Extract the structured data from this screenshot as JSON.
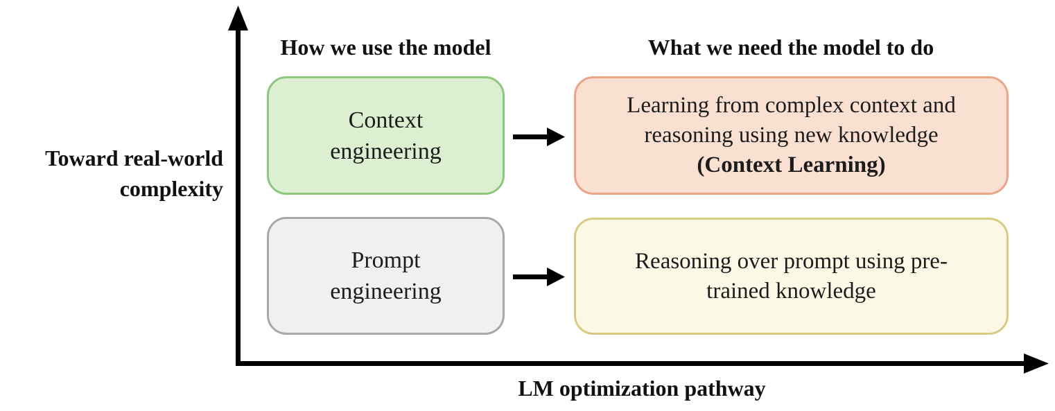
{
  "figure": {
    "y_axis": {
      "label_line1": "Toward real-world",
      "label_line2": "complexity"
    },
    "x_axis": {
      "label": "LM optimization pathway"
    },
    "column_headers": {
      "left": "How we use the model",
      "right": "What we need the model to do"
    }
  },
  "boxes": {
    "context_engineering": {
      "line1": "Context",
      "line2": "engineering",
      "fill": "#dcefd0",
      "border": "#8cc87c"
    },
    "context_learning": {
      "line1": "Learning from complex context and",
      "line2": "reasoning using new knowledge",
      "line3": "(Context Learning)",
      "fill": "#fae0d1",
      "border": "#eba484"
    },
    "prompt_engineering": {
      "line1": "Prompt",
      "line2": "engineering",
      "fill": "#f0f0ef",
      "border": "#a8a8a8"
    },
    "pretrained_reasoning": {
      "line1": "Reasoning over prompt using pre-",
      "line2": "trained knowledge",
      "fill": "#fbf8e6",
      "border": "#d8cb81"
    }
  },
  "colors": {
    "axis_and_arrows": "#000000",
    "text": "#1c1c1c",
    "background": "#ffffff"
  }
}
